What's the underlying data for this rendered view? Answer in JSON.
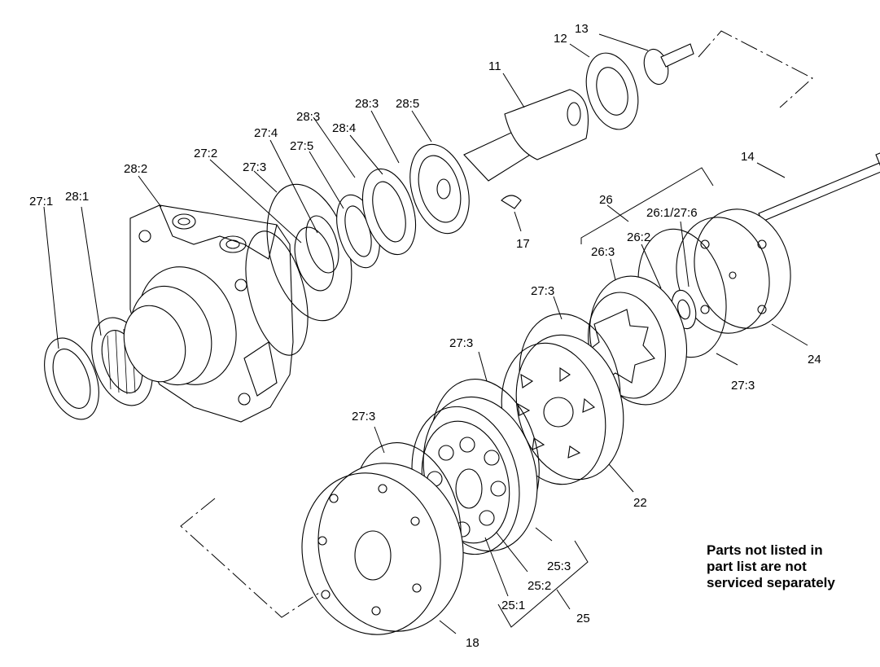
{
  "labels": {
    "p11": "11",
    "p12": "12",
    "p13": "13",
    "p14": "14",
    "p17": "17",
    "p18": "18",
    "p22": "22",
    "p24": "24",
    "p25": "25",
    "p26": "26",
    "p25_1": "25:1",
    "p25_2": "25:2",
    "p25_3": "25:3",
    "p26_1": "26:1/27:6",
    "p26_2": "26:2",
    "p26_3": "26:3",
    "p27_1": "27:1",
    "p27_2": "27:2",
    "p27_3a": "27:3",
    "p27_3b": "27:3",
    "p27_3c": "27:3",
    "p27_3d": "27:3",
    "p27_3e": "27:3",
    "p27_4": "27:4",
    "p27_5": "27:5",
    "p28_1": "28:1",
    "p28_2": "28:2",
    "p28_3a": "28:3",
    "p28_3b": "28:3",
    "p28_4": "28:4",
    "p28_5": "28:5"
  },
  "note": {
    "line1": "Parts not listed in",
    "line2": "part list are not",
    "line3": "serviced separately"
  }
}
